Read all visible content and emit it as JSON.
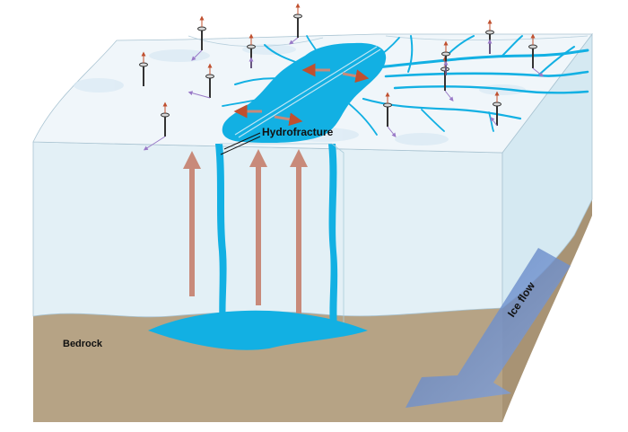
{
  "labels": {
    "hydrofracture": "Hydrofracture",
    "bedrock": "Bedrock",
    "ice_flow": "Ice flow"
  },
  "colors": {
    "meltwater": "#12b0e3",
    "ice_top": "#eef5fa",
    "ice_front": "#e2f0f6",
    "ice_side": "#d7eaf3",
    "bedrock": "#b6a385",
    "uplift_arrow": "#c88a7a",
    "flow_arrow": "#6f8fd0",
    "gps_vector": "#9a7ac8"
  },
  "icons": [
    "gps-station-icon",
    "ice-flow-arrow-icon",
    "uplift-arrow-icon"
  ]
}
